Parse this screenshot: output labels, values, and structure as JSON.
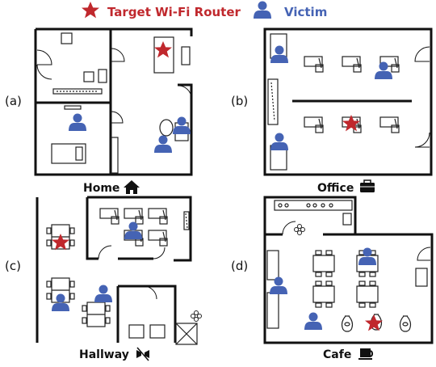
{
  "legend": {
    "router_label": "Target Wi-Fi Router",
    "victim_label": "Victim",
    "router_color": "#c0282d",
    "victim_color": "#4563b4"
  },
  "panels": {
    "a": {
      "letter": "(a)",
      "caption": "Home",
      "icon": "house-icon"
    },
    "b": {
      "letter": "(b)",
      "caption": "Office",
      "icon": "briefcase-icon"
    },
    "c": {
      "letter": "(c)",
      "caption": "Hallway",
      "icon": "no-signal-icon"
    },
    "d": {
      "letter": "(d)",
      "caption": "Cafe",
      "icon": "coffee-cup-icon"
    }
  },
  "colors": {
    "wall": "#111111",
    "furniture": "#222222"
  }
}
